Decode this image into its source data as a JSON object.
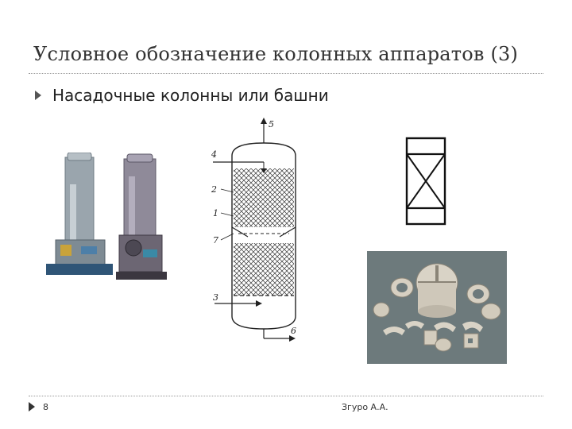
{
  "slide": {
    "title": "Условное обозначение колонных аппаратов (3)",
    "bullet": "Насадочные колонны или башни",
    "page_number": "8",
    "author": "Згуро А.А."
  },
  "diagram_labels": {
    "l1": "1",
    "l2": "2",
    "l3": "3",
    "l4": "4",
    "l5": "5",
    "l6": "6",
    "l7": "7"
  }
}
